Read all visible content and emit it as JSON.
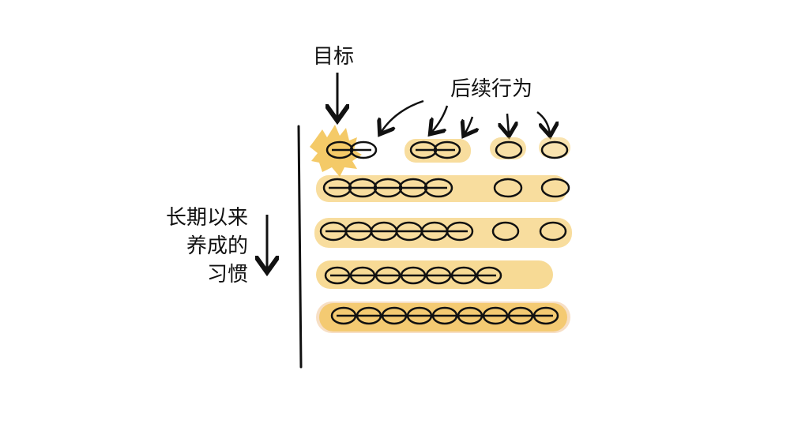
{
  "labels": {
    "goal": "目标",
    "followup": "后续行为",
    "habits_line1": "长期以来",
    "habits_line2": "养成的",
    "habits_line3": "习惯"
  },
  "colors": {
    "ink": "#111111",
    "highlight": "#f2c14e",
    "orange_tint": "#e9a35a"
  },
  "diagram": {
    "rows": [
      {
        "name": "row-1",
        "groups": [
          2,
          2,
          1,
          1
        ]
      },
      {
        "name": "row-2",
        "groups": [
          5,
          1,
          1
        ]
      },
      {
        "name": "row-3",
        "groups": [
          6,
          1,
          1
        ]
      },
      {
        "name": "row-4",
        "groups": [
          7
        ]
      },
      {
        "name": "row-5",
        "groups": [
          9
        ]
      }
    ]
  }
}
